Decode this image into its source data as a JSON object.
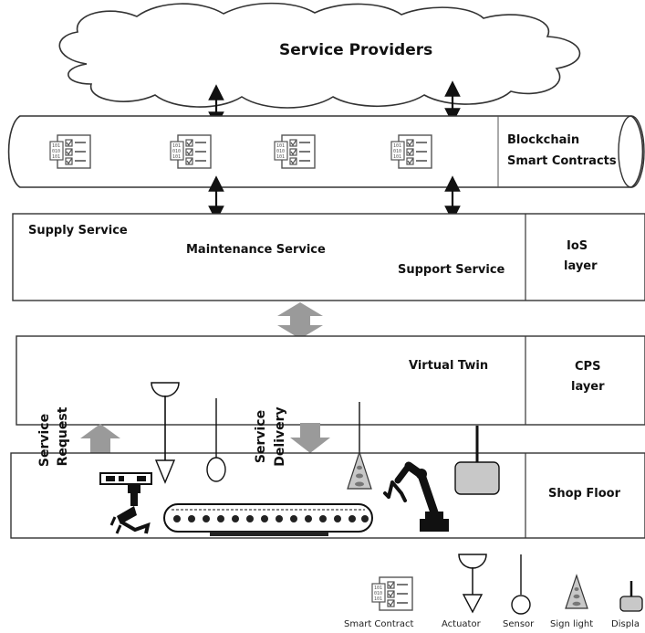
{
  "title": "Service Providers",
  "blockchain": {
    "line1": "Blockchain",
    "line2": "Smart Contracts"
  },
  "ios": {
    "supply": "Supply Service",
    "maintenance": "Maintenance Service",
    "support": "Support Service",
    "layer_line1": "IoS",
    "layer_line2": "layer"
  },
  "cps": {
    "virtual_twin": "Virtual Twin",
    "layer_line1": "CPS",
    "layer_line2": "layer"
  },
  "shop_floor": "Shop Floor",
  "flows": {
    "request_line1": "Service",
    "request_line2": "Request",
    "delivery_line1": "Service",
    "delivery_line2": "Delivery"
  },
  "legend": {
    "smart_contract": "Smart Contract",
    "actuator": "Actuator",
    "sensor": "Sensor",
    "sign_light": "Sign light",
    "display": "Displa"
  },
  "colors": {
    "arrow_gray": "#9a9a9a",
    "line": "#111111",
    "fill_dark": "#1a1a1a",
    "display_fill": "#c8c8c8"
  }
}
